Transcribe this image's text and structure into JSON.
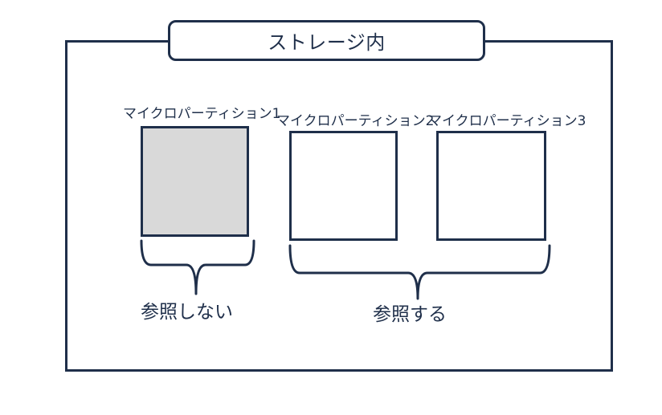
{
  "diagram": {
    "storage_title": "ストレージ内",
    "partitions": [
      {
        "label": "マイクロパーティション1",
        "fill": "#d9d9d9"
      },
      {
        "label": "マイクロパーティション2",
        "fill": "#ffffff"
      },
      {
        "label": "マイクロパーティション3",
        "fill": "#ffffff"
      }
    ],
    "groups": [
      {
        "label": "参照しない"
      },
      {
        "label": "参照する"
      }
    ],
    "colors": {
      "stroke": "#1f2f4a",
      "unreferenced_fill": "#d9d9d9",
      "referenced_fill": "#ffffff"
    }
  }
}
